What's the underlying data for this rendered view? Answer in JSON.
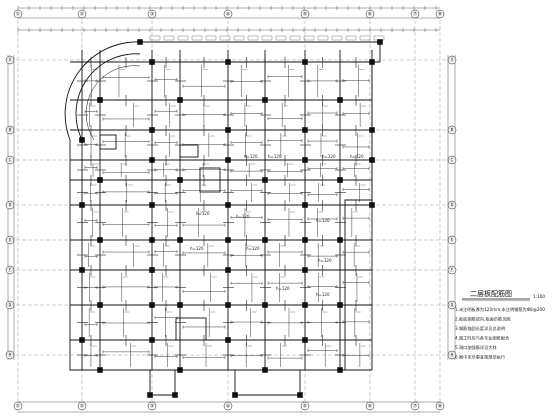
{
  "drawing": {
    "grid_columns": [
      "①",
      "②",
      "③",
      "④",
      "⑤",
      "⑥",
      "⑦",
      "⑧"
    ],
    "grid_rows": [
      "Ⓐ",
      "Ⓑ",
      "Ⓒ",
      "Ⓓ",
      "Ⓔ",
      "Ⓕ",
      "Ⓖ",
      "Ⓗ"
    ],
    "slab_labels": [
      "h=120",
      "h=120",
      "h=120",
      "h=120",
      "h=120",
      "h=120",
      "h=120",
      "h=120",
      "h=120",
      "h=120",
      "h=120",
      "h=120"
    ],
    "legend": {
      "title": "二层板配筋图",
      "scale": "1:100",
      "lines": [
        "1.未注明板厚为120mm,未注明钢筋为Φ8@200",
        "2.板底钢筋双向,板面负筋见图",
        "3.钢筋锚固长度详见总说明",
        "4.施工时应与各专业图纸配合",
        "5.洞口加强筋详见大样",
        "6.图中未尽事宜按规范执行"
      ]
    }
  }
}
